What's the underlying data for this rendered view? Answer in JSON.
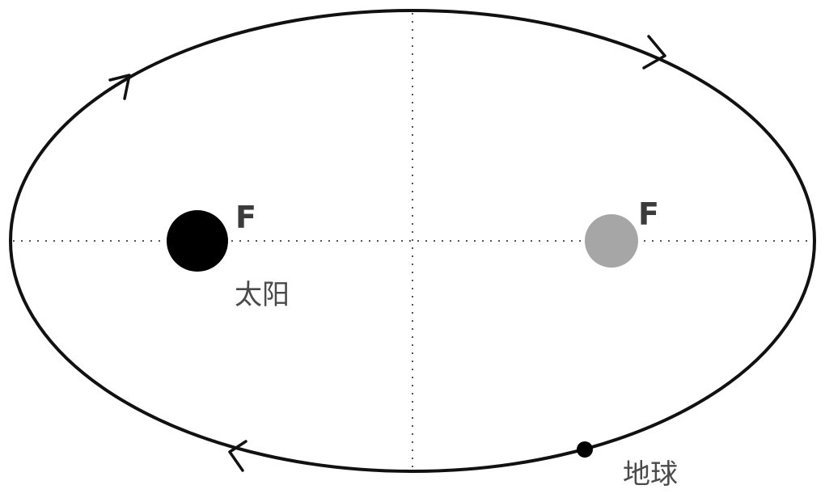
{
  "labels": {
    "focus_left": "F",
    "focus_right": "F",
    "sun": "太阳",
    "earth": "地球"
  },
  "colors": {
    "orbit": "#111111",
    "sun": "#000000",
    "empty_focus": "#a6a6a6",
    "earth": "#000000",
    "axis": "#555555",
    "text": "#4a4a4a"
  }
}
